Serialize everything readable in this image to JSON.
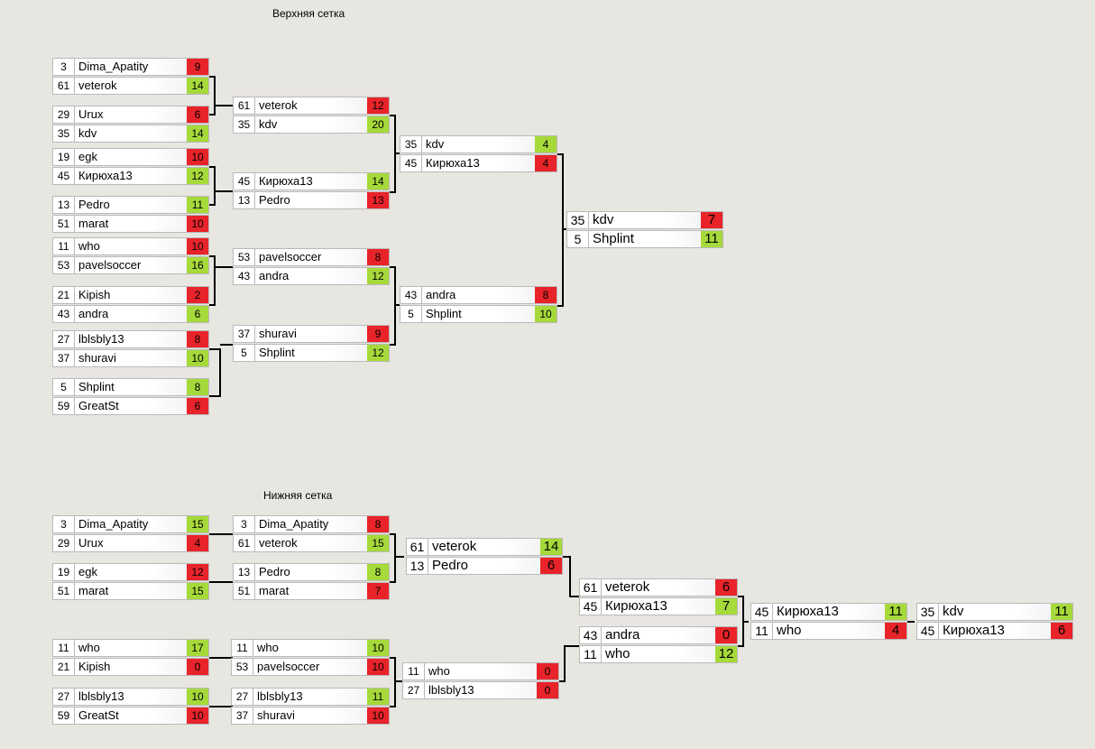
{
  "upper_title": "Верхняя сетка",
  "lower_title": "Нижняя сетка",
  "upper": {
    "r1": [
      [
        [
          "3",
          "Dima_Apatity",
          "9",
          "lose"
        ],
        [
          "61",
          "veterok",
          "14",
          "win"
        ]
      ],
      [
        [
          "29",
          "Urux",
          "6",
          "lose"
        ],
        [
          "35",
          "kdv",
          "14",
          "win"
        ]
      ],
      [
        [
          "19",
          "egk",
          "10",
          "lose"
        ],
        [
          "45",
          "Кирюха13",
          "12",
          "win"
        ]
      ],
      [
        [
          "13",
          "Pedro",
          "11",
          "win"
        ],
        [
          "51",
          "marat",
          "10",
          "lose"
        ]
      ],
      [
        [
          "11",
          "who",
          "10",
          "lose"
        ],
        [
          "53",
          "pavelsoccer",
          "16",
          "win"
        ]
      ],
      [
        [
          "21",
          "Kipish",
          "2",
          "lose"
        ],
        [
          "43",
          "andra",
          "6",
          "win"
        ]
      ],
      [
        [
          "27",
          "lblsbly13",
          "8",
          "lose"
        ],
        [
          "37",
          "shuravi",
          "10",
          "win"
        ]
      ],
      [
        [
          "5",
          "Shplint",
          "8",
          "win"
        ],
        [
          "59",
          "GreatSt",
          "6",
          "lose"
        ]
      ]
    ],
    "r2": [
      [
        [
          "61",
          "veterok",
          "12",
          "lose"
        ],
        [
          "35",
          "kdv",
          "20",
          "win"
        ]
      ],
      [
        [
          "45",
          "Кирюха13",
          "14",
          "win"
        ],
        [
          "13",
          "Pedro",
          "13",
          "lose"
        ]
      ],
      [
        [
          "53",
          "pavelsoccer",
          "8",
          "lose"
        ],
        [
          "43",
          "andra",
          "12",
          "win"
        ]
      ],
      [
        [
          "37",
          "shuravi",
          "9",
          "lose"
        ],
        [
          "5",
          "Shplint",
          "12",
          "win"
        ]
      ]
    ],
    "r3": [
      [
        [
          "35",
          "kdv",
          "4",
          "win"
        ],
        [
          "45",
          "Кирюха13",
          "4",
          "lose"
        ]
      ],
      [
        [
          "43",
          "andra",
          "8",
          "lose"
        ],
        [
          "5",
          "Shplint",
          "10",
          "win"
        ]
      ]
    ],
    "r4": [
      [
        [
          "35",
          "kdv",
          "7",
          "lose"
        ],
        [
          "5",
          "Shplint",
          "11",
          "win"
        ]
      ]
    ]
  },
  "lower": {
    "a1": [
      [
        [
          "3",
          "Dima_Apatity",
          "15",
          "win"
        ],
        [
          "29",
          "Urux",
          "4",
          "lose"
        ]
      ],
      [
        [
          "19",
          "egk",
          "12",
          "lose"
        ],
        [
          "51",
          "marat",
          "15",
          "win"
        ]
      ]
    ],
    "a2": [
      [
        [
          "3",
          "Dima_Apatity",
          "8",
          "lose"
        ],
        [
          "61",
          "veterok",
          "15",
          "win"
        ]
      ],
      [
        [
          "13",
          "Pedro",
          "8",
          "win"
        ],
        [
          "51",
          "marat",
          "7",
          "lose"
        ]
      ]
    ],
    "a3": [
      [
        [
          "61",
          "veterok",
          "14",
          "win"
        ],
        [
          "13",
          "Pedro",
          "6",
          "lose"
        ]
      ]
    ],
    "b1": [
      [
        [
          "11",
          "who",
          "17",
          "win"
        ],
        [
          "21",
          "Kipish",
          "0",
          "lose"
        ]
      ],
      [
        [
          "27",
          "lblsbly13",
          "10",
          "win"
        ],
        [
          "59",
          "GreatSt",
          "10",
          "lose"
        ]
      ]
    ],
    "b2": [
      [
        [
          "11",
          "who",
          "10",
          "win"
        ],
        [
          "53",
          "pavelsoccer",
          "10",
          "lose"
        ]
      ],
      [
        [
          "27",
          "lblsbly13",
          "11",
          "win"
        ],
        [
          "37",
          "shuravi",
          "10",
          "lose"
        ]
      ]
    ],
    "b3": [
      [
        [
          "11",
          "who",
          "0",
          "lose"
        ],
        [
          "27",
          "lblsbly13",
          "0",
          "lose"
        ]
      ]
    ],
    "c1": [
      [
        [
          "61",
          "veterok",
          "6",
          "lose"
        ],
        [
          "45",
          "Кирюха13",
          "7",
          "win"
        ]
      ]
    ],
    "c2": [
      [
        [
          "43",
          "andra",
          "0",
          "lose"
        ],
        [
          "11",
          "who",
          "12",
          "win"
        ]
      ]
    ],
    "final": [
      [
        [
          "45",
          "Кирюха13",
          "11",
          "win"
        ],
        [
          "11",
          "who",
          "4",
          "lose"
        ]
      ]
    ],
    "grand": [
      [
        [
          "35",
          "kdv",
          "11",
          "win"
        ],
        [
          "45",
          "Кирюха13",
          "6",
          "lose"
        ]
      ]
    ]
  }
}
